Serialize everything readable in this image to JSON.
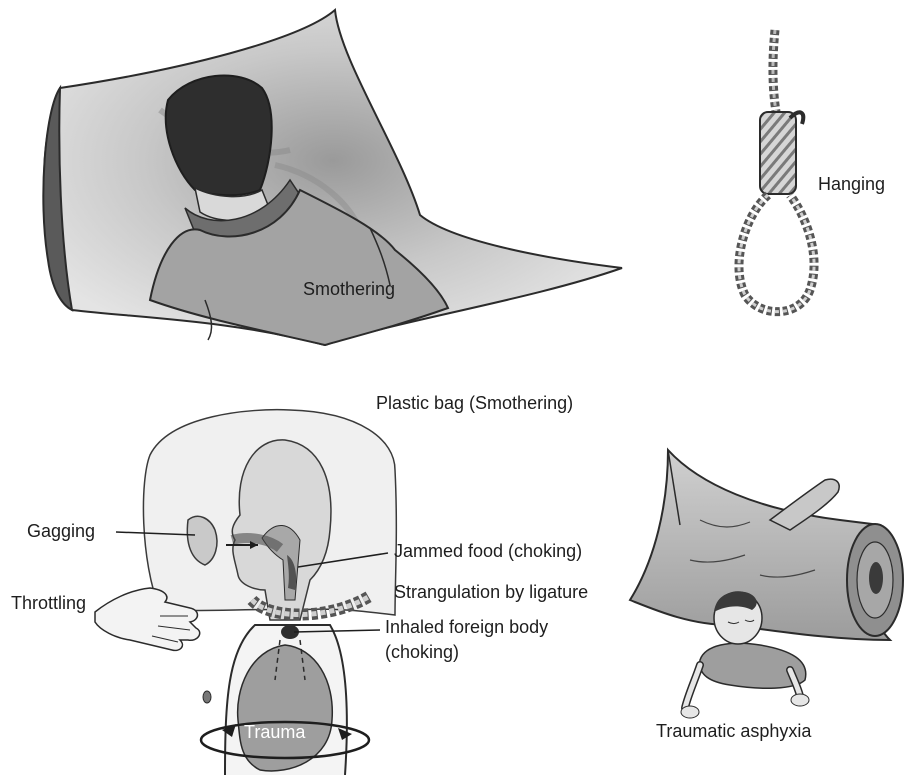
{
  "labels": {
    "smothering": "Smothering",
    "hanging": "Hanging",
    "plastic_bag": "Plastic bag (Smothering)",
    "gagging": "Gagging",
    "jammed_food": "Jammed food (choking)",
    "throttling": "Throttling",
    "strangulation": "Strangulation by ligature",
    "inhaled_line1": "Inhaled foreign body",
    "inhaled_line2": "(choking)",
    "trauma": "Trauma",
    "traumatic_asphyxia": "Traumatic asphyxia"
  },
  "colors": {
    "outline": "#2b2b2b",
    "dark_fill": "#3a3a3a",
    "mid_fill": "#8c8c8c",
    "light_fill": "#cfcfcf",
    "pale_fill": "#ececec",
    "text": "#1e1e1e"
  }
}
